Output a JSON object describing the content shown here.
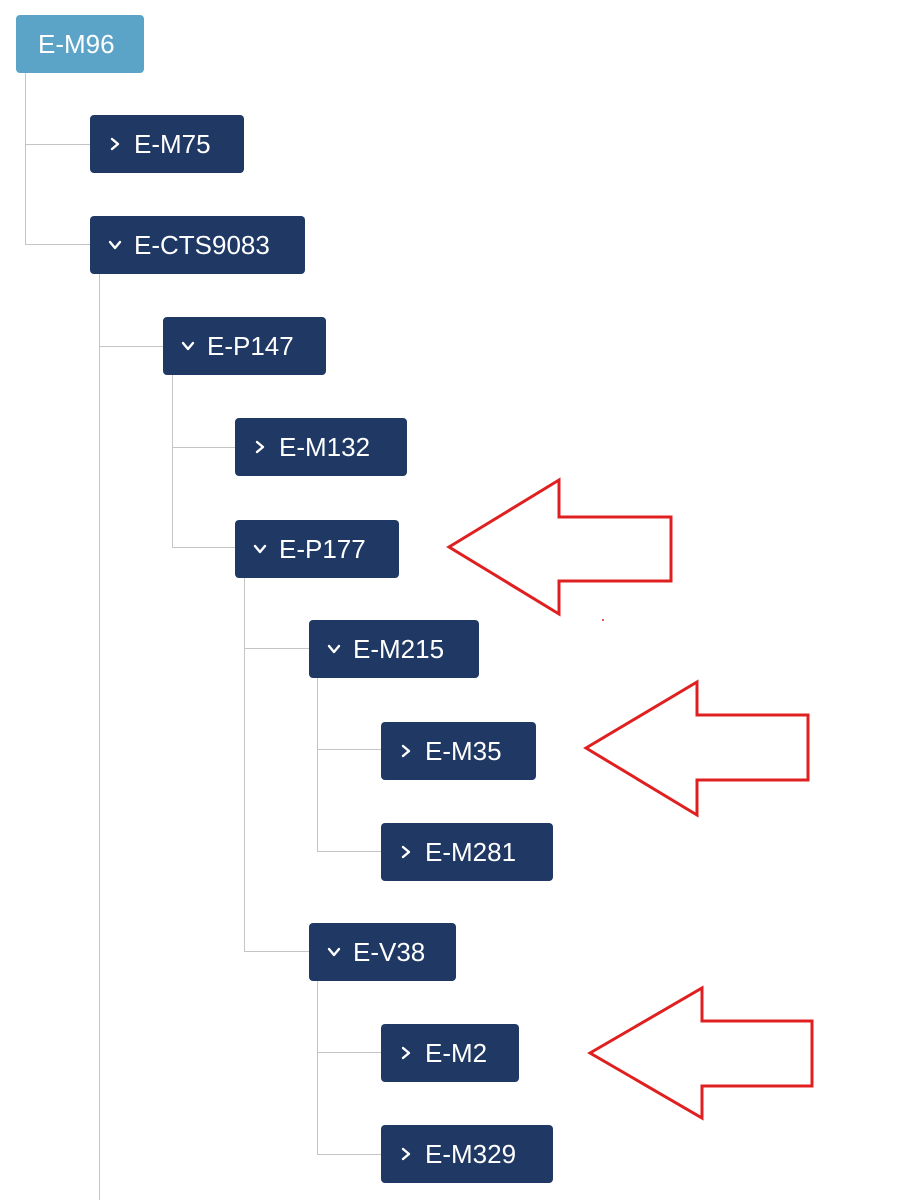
{
  "tree": {
    "root": {
      "label": "E-M96"
    },
    "nodes": [
      {
        "id": "n1",
        "label": "E-M75",
        "state": "collapsed"
      },
      {
        "id": "n2",
        "label": "E-CTS9083",
        "state": "expanded"
      },
      {
        "id": "n3",
        "label": "E-P147",
        "state": "expanded"
      },
      {
        "id": "n4",
        "label": "E-M132",
        "state": "collapsed"
      },
      {
        "id": "n5",
        "label": "E-P177",
        "state": "expanded"
      },
      {
        "id": "n6",
        "label": "E-M215",
        "state": "expanded"
      },
      {
        "id": "n7",
        "label": "E-M35",
        "state": "collapsed"
      },
      {
        "id": "n8",
        "label": "E-M281",
        "state": "collapsed"
      },
      {
        "id": "n9",
        "label": "E-V38",
        "state": "expanded"
      },
      {
        "id": "n10",
        "label": "E-M2",
        "state": "collapsed"
      },
      {
        "id": "n11",
        "label": "E-M329",
        "state": "collapsed"
      }
    ]
  },
  "colors": {
    "node_bg": "#1f3864",
    "root_bg": "#5ba4c8",
    "node_text": "#ffffff",
    "connector": "#c4c4c4",
    "annotation_arrow": "#e02020"
  },
  "annotations": [
    {
      "points_to": "E-P177",
      "icon": "left-arrow-outline"
    },
    {
      "points_to": "E-M35",
      "icon": "left-arrow-outline"
    },
    {
      "points_to": "E-M2",
      "icon": "left-arrow-outline"
    }
  ]
}
